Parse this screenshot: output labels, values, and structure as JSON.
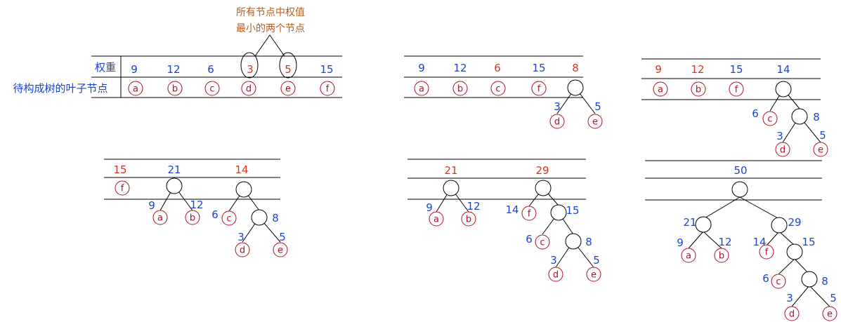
{
  "colors": {
    "blue": "#1a43d8",
    "red": "#e0301e",
    "orange": "#c05a10",
    "leaf": "#b01020",
    "line": "#000000"
  },
  "annotation": {
    "line1": "所有节点中权值",
    "line2": "最小的两个节点"
  },
  "row_labels": {
    "weight": "权重",
    "leaf": "待构成树的叶子节点"
  },
  "panels": [
    {
      "id": "step1",
      "weights": [
        {
          "v": "9",
          "c": "blue"
        },
        {
          "v": "12",
          "c": "blue"
        },
        {
          "v": "6",
          "c": "blue"
        },
        {
          "v": "3",
          "c": "red"
        },
        {
          "v": "5",
          "c": "red"
        },
        {
          "v": "15",
          "c": "blue"
        }
      ],
      "leaves": [
        "a",
        "b",
        "c",
        "d",
        "e",
        "f"
      ]
    },
    {
      "id": "step2",
      "weights": [
        {
          "v": "9",
          "c": "blue"
        },
        {
          "v": "12",
          "c": "blue"
        },
        {
          "v": "6",
          "c": "red"
        },
        {
          "v": "15",
          "c": "blue"
        },
        {
          "v": "8",
          "c": "red"
        }
      ],
      "leaves": [
        "a",
        "b",
        "c",
        "f"
      ],
      "edge_labels": [
        "3",
        "5"
      ],
      "tree_leaves": [
        "d",
        "e"
      ]
    },
    {
      "id": "step3",
      "weights": [
        {
          "v": "9",
          "c": "red"
        },
        {
          "v": "12",
          "c": "red"
        },
        {
          "v": "15",
          "c": "blue"
        },
        {
          "v": "14",
          "c": "blue"
        }
      ],
      "leaves": [
        "a",
        "b",
        "f"
      ],
      "edge_labels": [
        "6",
        "8",
        "3",
        "5"
      ],
      "tree_leaves": [
        "c",
        "d",
        "e"
      ]
    },
    {
      "id": "step4",
      "weights": [
        {
          "v": "15",
          "c": "red"
        },
        {
          "v": "21",
          "c": "blue"
        },
        {
          "v": "14",
          "c": "red"
        }
      ],
      "leaves": [
        "f"
      ],
      "edge_labels": [
        "9",
        "12",
        "6",
        "8",
        "3",
        "5"
      ],
      "tree_leaves": [
        "a",
        "b",
        "c",
        "d",
        "e"
      ]
    },
    {
      "id": "step5",
      "weights": [
        {
          "v": "21",
          "c": "red"
        },
        {
          "v": "29",
          "c": "red"
        }
      ],
      "edge_labels": [
        "9",
        "12",
        "14",
        "15",
        "6",
        "8",
        "3",
        "5"
      ],
      "tree_leaves": [
        "a",
        "b",
        "f",
        "c",
        "d",
        "e"
      ]
    },
    {
      "id": "step6",
      "weights": [
        {
          "v": "50",
          "c": "blue"
        }
      ],
      "edge_labels": [
        "21",
        "29",
        "9",
        "12",
        "14",
        "15",
        "6",
        "8",
        "3",
        "5"
      ],
      "tree_leaves": [
        "a",
        "b",
        "f",
        "c",
        "d",
        "e"
      ]
    }
  ]
}
